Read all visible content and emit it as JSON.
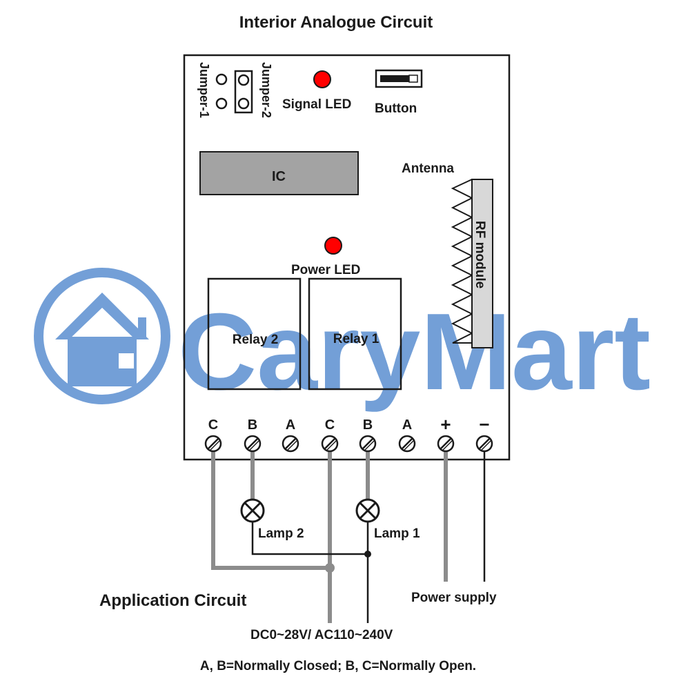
{
  "title": "Interior Analogue Circuit",
  "watermark": {
    "brand": "CaryMart",
    "color": "#5b8fd1"
  },
  "board": {
    "jumper_1": "Jumper-1",
    "jumper_2": "Jumper-2",
    "signal_led": "Signal LED",
    "button": "Button",
    "ic": "IC",
    "antenna": "Antenna",
    "rf_module": "RF module",
    "power_led": "Power LED",
    "relay_2": "Relay 2",
    "relay_1": "Relay 1",
    "led_color": "#ff0000",
    "ic_color": "#a3a3a3"
  },
  "terminals": [
    "C",
    "B",
    "A",
    "C",
    "B",
    "A",
    "+",
    "−"
  ],
  "lamps": {
    "lamp_2": "Lamp 2",
    "lamp_1": "Lamp 1"
  },
  "application_circuit": "Application Circuit",
  "power_supply": "Power supply",
  "voltage": "DC0~28V/ AC110~240V",
  "footnote": "A, B=Normally Closed; B, C=Normally Open.",
  "wire_colors": {
    "gray": "#8c8c8c",
    "black": "#1a1a1a"
  }
}
